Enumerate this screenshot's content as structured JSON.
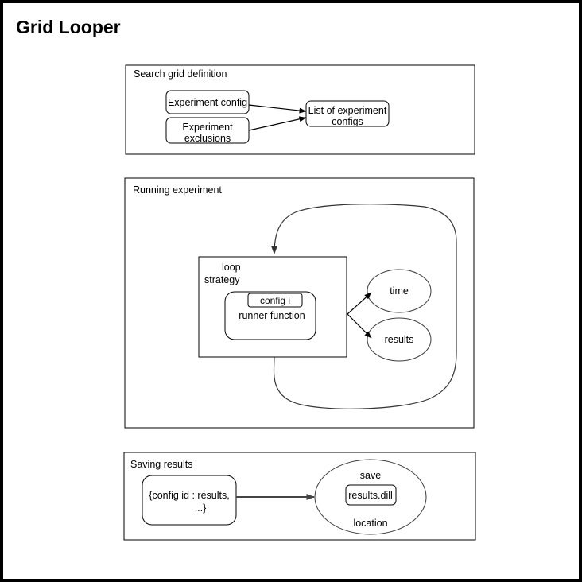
{
  "page": {
    "title": "Grid Looper",
    "background": "#ffffff",
    "border_color": "#000000"
  },
  "sections": [
    {
      "id": "search-grid-definition",
      "label": "Search grid definition",
      "nodes": [
        {
          "id": "experiment-config",
          "label": "Experiment config",
          "shape": "rounded-rect"
        },
        {
          "id": "experiment-exclusions",
          "label": "Experiment\nexclusions",
          "line1": "Experiment",
          "line2": "exclusions",
          "shape": "rounded-rect"
        },
        {
          "id": "list-of-experiment-configs",
          "label": "List of experiment configs",
          "line1": "List of experiment",
          "line2": "configs",
          "shape": "rounded-rect"
        }
      ],
      "edges": [
        {
          "from": "experiment-config",
          "to": "list-of-experiment-configs",
          "arrow": true
        },
        {
          "from": "experiment-exclusions",
          "to": "list-of-experiment-configs",
          "arrow": true
        }
      ]
    },
    {
      "id": "running-experiment",
      "label": "Running experiment",
      "nodes": [
        {
          "id": "loop-strategy",
          "label": "loop strategy",
          "line1": "loop",
          "line2": "strategy",
          "shape": "rect"
        },
        {
          "id": "runner-function",
          "label": "runner function",
          "shape": "rounded-rect"
        },
        {
          "id": "config-i",
          "label": "config i",
          "shape": "rounded-rect"
        },
        {
          "id": "time",
          "label": "time",
          "shape": "ellipse"
        },
        {
          "id": "results",
          "label": "results",
          "shape": "ellipse"
        }
      ],
      "edges": [
        {
          "from": "loop-strategy",
          "to": "time",
          "arrow": true
        },
        {
          "from": "loop-strategy",
          "to": "results",
          "arrow": true
        },
        {
          "from": "loop-strategy",
          "to": "loop-strategy",
          "arrow": true,
          "kind": "loop-back"
        }
      ]
    },
    {
      "id": "saving-results",
      "label": "Saving results",
      "nodes": [
        {
          "id": "results-dict",
          "label": "{config id : results, ...}",
          "line1": "{config id : results,",
          "line2": "...}",
          "shape": "rounded-rect"
        },
        {
          "id": "save-location",
          "label": "save location",
          "line1": "save",
          "line2": "location",
          "shape": "ellipse"
        },
        {
          "id": "results-dill",
          "label": "results.dill",
          "shape": "rounded-rect"
        }
      ],
      "edges": [
        {
          "from": "results-dict",
          "to": "save-location",
          "arrow": true
        }
      ]
    }
  ]
}
